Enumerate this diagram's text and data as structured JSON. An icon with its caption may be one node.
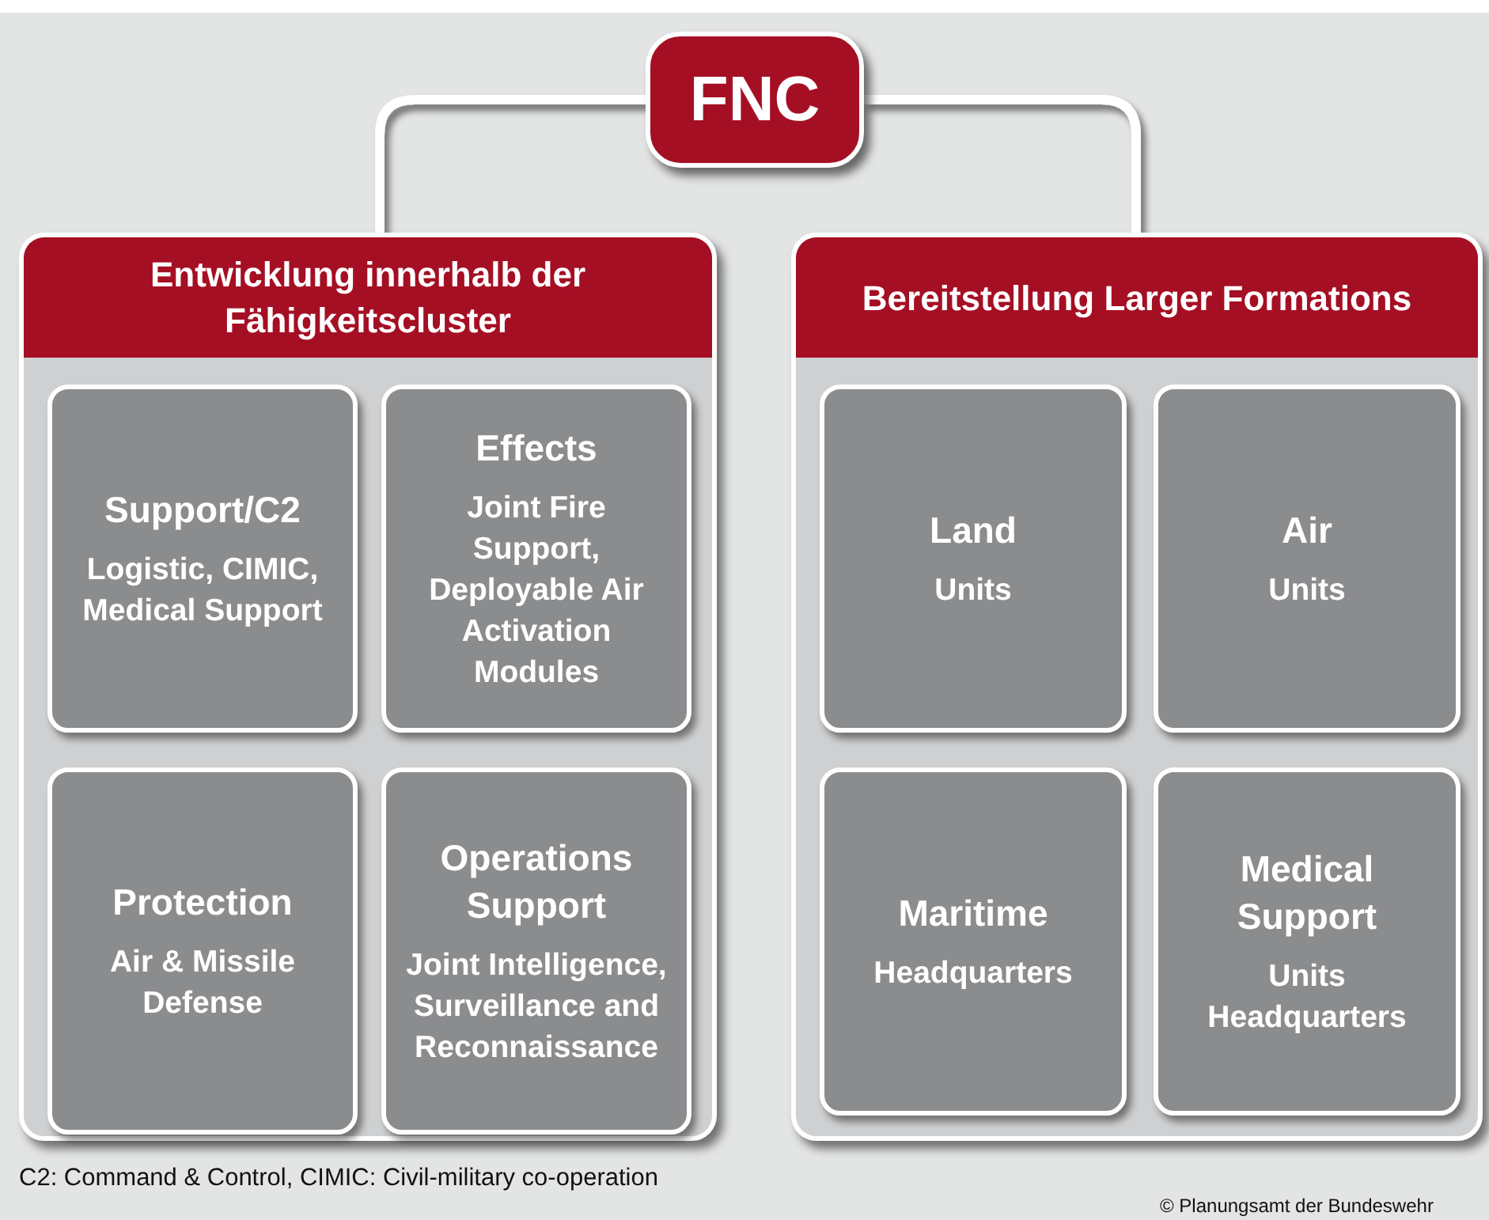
{
  "diagram": {
    "nodes": [
      {
        "text": [
          "FNC"
        ]
      },
      {
        "text": [
          "Entwicklung innerhalb der Fähigkeitscluster"
        ]
      },
      {
        "text": [
          "Support/C2",
          "Logistic, CIMIC, Medical Support"
        ],
        "in": 1
      },
      {
        "text": [
          "Effects",
          "Joint Fire Support, Deployable Air Activation Modules"
        ],
        "in": 1
      },
      {
        "text": [
          "Protection",
          "Air & Missile Defense"
        ],
        "in": 1
      },
      {
        "text": [
          "Operations Support",
          "Joint Intelligence, Surveillance and Reconnaissance"
        ],
        "in": 1
      },
      {
        "text": [
          "Bereitstellung Larger Formations"
        ]
      },
      {
        "text": [
          "Land",
          "Units"
        ],
        "in": 6
      },
      {
        "text": [
          "Air",
          "Units"
        ],
        "in": 6
      },
      {
        "text": [
          "Maritime",
          "Headquarters"
        ],
        "in": 6
      },
      {
        "text": [
          "Medical Support",
          "Units Headquarters"
        ],
        "in": 6
      }
    ],
    "edges": [
      {
        "from": 0,
        "to": 1,
        "arrow": "none"
      },
      {
        "from": 0,
        "to": 6,
        "arrow": "none"
      }
    ],
    "labels": [
      "C2: Command & Control, CIMIC: Civil-military co-operation",
      "© Planungsamt der Bundeswehr"
    ]
  }
}
